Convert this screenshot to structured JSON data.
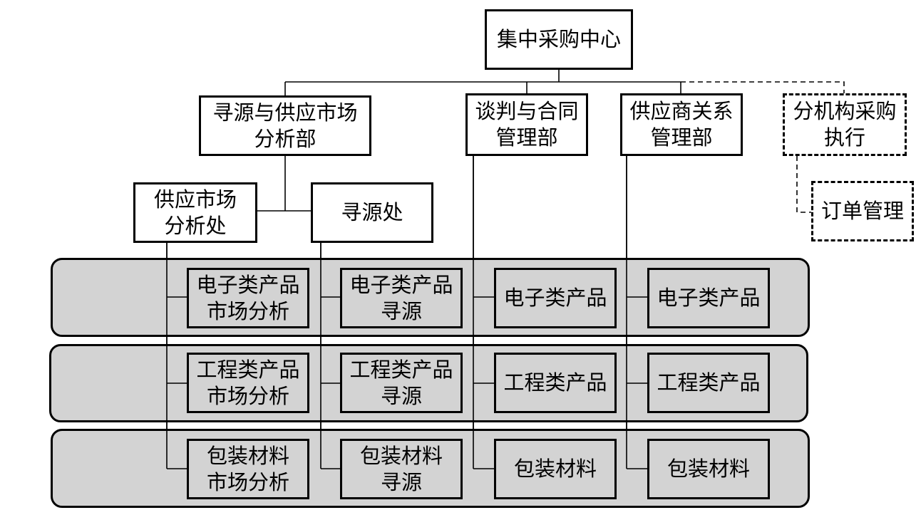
{
  "org": {
    "head": "集中采购中心",
    "departments": [
      "寻源与供应市场\n分析部",
      "谈判与合同\n管理部",
      "供应商关系\n管理部"
    ],
    "branch": "分机构采购\n执行",
    "order": "订单管理",
    "offices": [
      "供应市场\n分析处",
      "寻源处"
    ],
    "rows": [
      {
        "cells": [
          "电子类产品\n市场分析",
          "电子类产品\n寻源",
          "电子类产品",
          "电子类产品"
        ]
      },
      {
        "cells": [
          "工程类产品\n市场分析",
          "工程类产品\n寻源",
          "工程类产品",
          "工程类产品"
        ]
      },
      {
        "cells": [
          "包装材料\n市场分析",
          "包装材料\n寻源",
          "包装材料",
          "包装材料"
        ]
      }
    ]
  }
}
